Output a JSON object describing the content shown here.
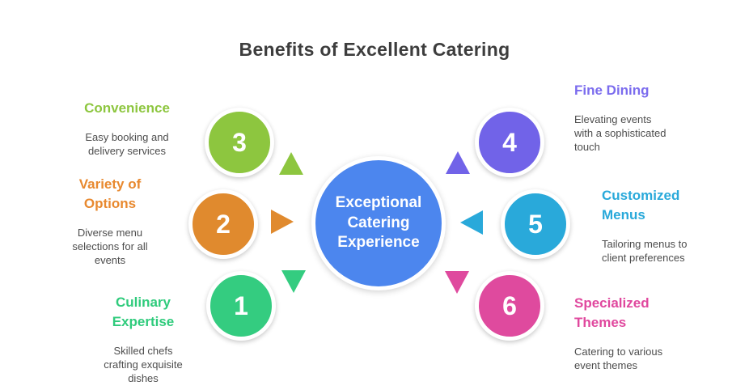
{
  "title": "Benefits of Excellent Catering",
  "center": {
    "line1": "Exceptional",
    "line2": "Catering",
    "line3": "Experience",
    "color": "#4c86ee"
  },
  "nodes": [
    {
      "number": "1",
      "color": "#34cc80"
    },
    {
      "number": "2",
      "color": "#e08a2e"
    },
    {
      "number": "3",
      "color": "#8dc63f"
    },
    {
      "number": "4",
      "color": "#7163e8"
    },
    {
      "number": "5",
      "color": "#29a9da"
    },
    {
      "number": "6",
      "color": "#df4a9e"
    }
  ],
  "arrows": [
    {
      "icon": "arrow-down-icon",
      "color": "#34cc80"
    },
    {
      "icon": "arrow-right-icon",
      "color": "#e08a2e"
    },
    {
      "icon": "arrow-up-icon",
      "color": "#8dc63f"
    },
    {
      "icon": "arrow-up-icon",
      "color": "#7163e8"
    },
    {
      "icon": "arrow-left-icon",
      "color": "#29a9da"
    },
    {
      "icon": "arrow-down-icon",
      "color": "#df4a9e"
    }
  ],
  "labels": [
    {
      "heading": "Convenience",
      "description": "Easy booking and\ndelivery services",
      "color": "#8dc63f"
    },
    {
      "heading": "Variety of\nOptions",
      "description": "Diverse menu\nselections for all\nevents",
      "color": "#e8892f"
    },
    {
      "heading": "Culinary\nExpertise",
      "description": "Skilled chefs\ncrafting exquisite\ndishes",
      "color": "#2fcb7c"
    },
    {
      "heading": "Fine Dining",
      "description": "Elevating events\nwith a sophisticated\ntouch",
      "color": "#7b6cee"
    },
    {
      "heading": "Customized\nMenus",
      "description": "Tailoring menus to\nclient preferences",
      "color": "#29a9da"
    },
    {
      "heading": "Specialized\nThemes",
      "description": "Catering to various\nevent themes",
      "color": "#e0489e"
    }
  ]
}
